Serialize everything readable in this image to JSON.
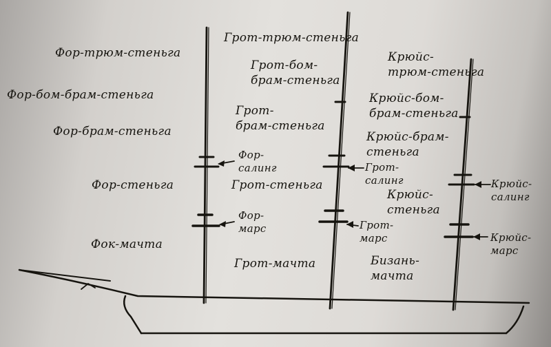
{
  "colors": {
    "ink": "#16140f",
    "paper": "#e2dfdb",
    "frame": "#6e6c6b"
  },
  "labels": {
    "fore_royal_mast": "Фор-трюм-стеньга",
    "fore_topgallant_royal": "Фор-бом-брам-стеньга",
    "fore_topgallant": "Фор-брам-стеньга",
    "fore_topmast": "Фор-стеньга",
    "foremast": "Фок-мачта",
    "fore_crosstrees": [
      "Фор-",
      "салинг"
    ],
    "fore_top": [
      "Фор-",
      "марс"
    ],
    "main_royal_mast": "Грот-трюм-стеньга",
    "main_royal": [
      "Грот-бом-",
      "брам-стеньга"
    ],
    "main_topgallant": [
      "Грот-",
      "брам-стеньга"
    ],
    "main_topmast": "Грот-стеньга",
    "mainmast": "Грот-мачта",
    "main_crosstrees": [
      "Грот-",
      "салинг"
    ],
    "main_top": [
      "Грот-",
      "марс"
    ],
    "mizzen_royal_mast": [
      "Крюйс-",
      "трюм-стеньга"
    ],
    "mizzen_royal": [
      "Крюйс-бом-",
      "брам-стеньга"
    ],
    "mizzen_topgallant": [
      "Крюйс-брам-",
      "стеньга"
    ],
    "mizzen_topmast": [
      "Крюйс-",
      "стеньга"
    ],
    "mizzenmast": [
      "Бизань-",
      "мачта"
    ],
    "mizzen_crosstrees": [
      "Крюйс-",
      "салинг"
    ],
    "mizzen_top": [
      "Крюйс-",
      "марс"
    ]
  }
}
